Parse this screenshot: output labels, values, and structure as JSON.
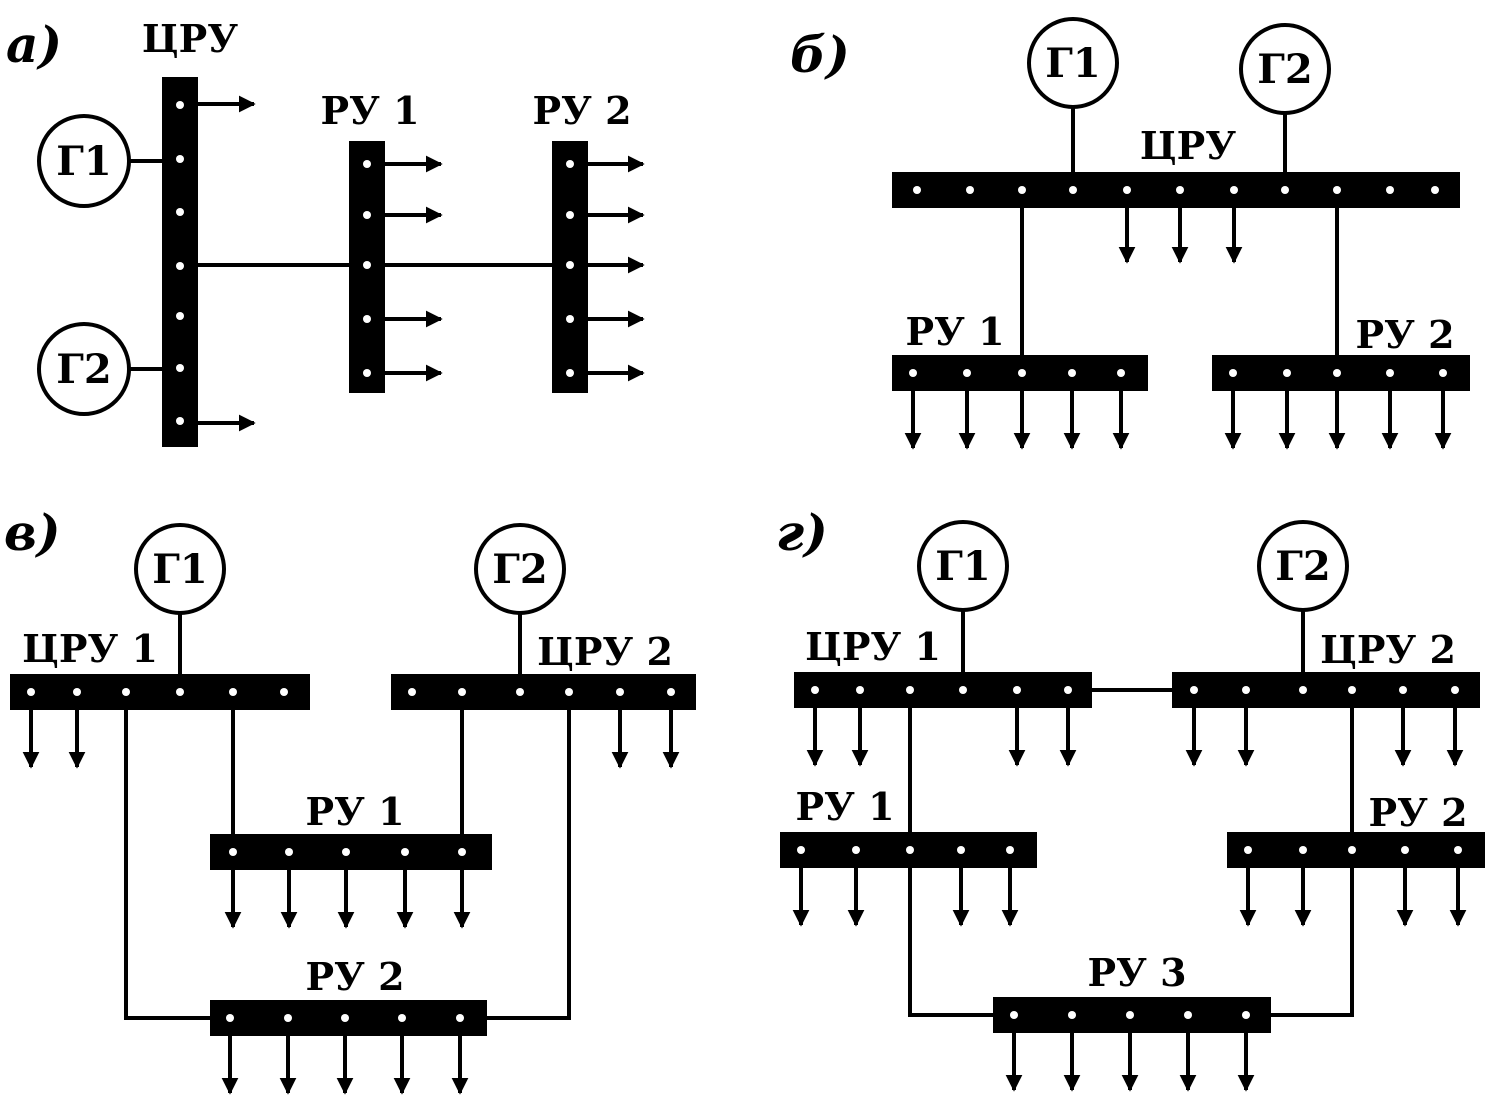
{
  "colors": {
    "ink": "#000000",
    "paper": "#ffffff"
  },
  "panels": [
    {
      "id": "a",
      "label": "а)",
      "generators": [
        "Г1",
        "Г2"
      ],
      "buses": [
        {
          "id": "cru",
          "label": "ЦРУ"
        },
        {
          "id": "ru1",
          "label": "РУ 1"
        },
        {
          "id": "ru2",
          "label": "РУ 2"
        }
      ]
    },
    {
      "id": "b",
      "label": "б)",
      "generators": [
        "Г1",
        "Г2"
      ],
      "buses": [
        {
          "id": "cru",
          "label": "ЦРУ"
        },
        {
          "id": "ru1",
          "label": "РУ 1"
        },
        {
          "id": "ru2",
          "label": "РУ 2"
        }
      ]
    },
    {
      "id": "v",
      "label": "в)",
      "generators": [
        "Г1",
        "Г2"
      ],
      "buses": [
        {
          "id": "cru1",
          "label": "ЦРУ 1"
        },
        {
          "id": "cru2",
          "label": "ЦРУ 2"
        },
        {
          "id": "ru1",
          "label": "РУ 1"
        },
        {
          "id": "ru2",
          "label": "РУ 2"
        }
      ]
    },
    {
      "id": "g",
      "label": "г)",
      "generators": [
        "Г1",
        "Г2"
      ],
      "buses": [
        {
          "id": "cru1",
          "label": "ЦРУ 1"
        },
        {
          "id": "cru2",
          "label": "ЦРУ 2"
        },
        {
          "id": "ru1",
          "label": "РУ 1"
        },
        {
          "id": "ru2",
          "label": "РУ 2"
        },
        {
          "id": "ru3",
          "label": "РУ 3"
        }
      ]
    }
  ]
}
